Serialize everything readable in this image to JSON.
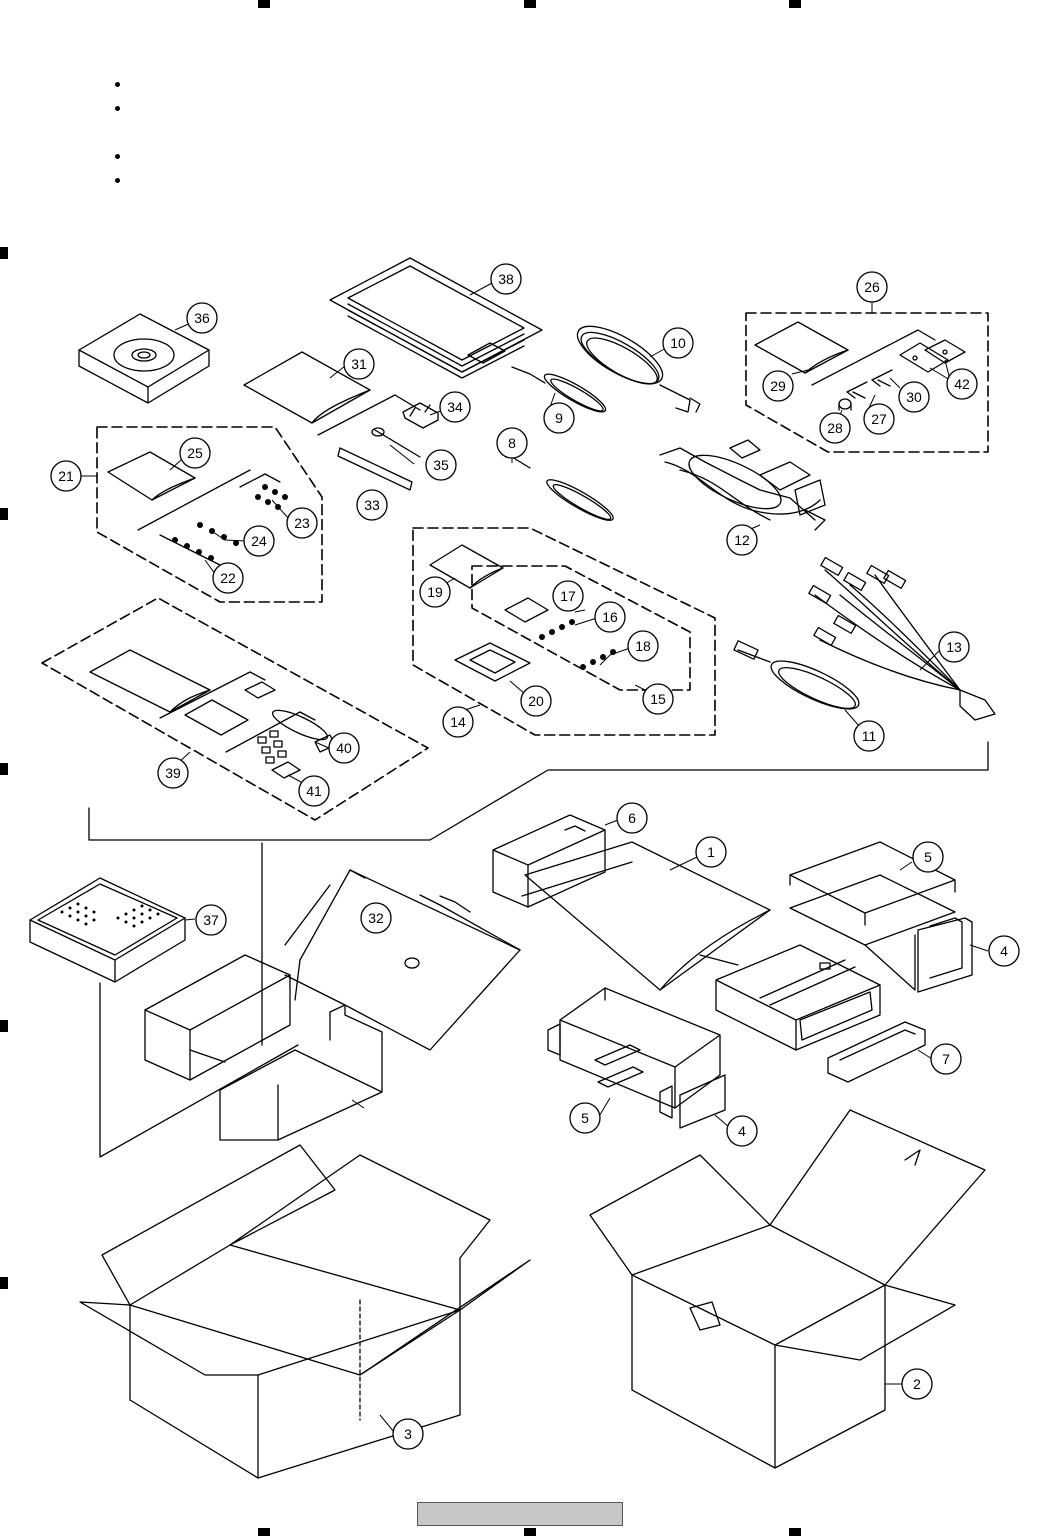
{
  "page": {
    "bullet_count": 4,
    "footer_bar_text": ""
  },
  "callouts": [
    "1",
    "2",
    "3",
    "4",
    "4",
    "5",
    "5",
    "6",
    "7",
    "8",
    "9",
    "10",
    "11",
    "12",
    "13",
    "14",
    "15",
    "16",
    "17",
    "18",
    "19",
    "20",
    "21",
    "22",
    "23",
    "24",
    "25",
    "26",
    "27",
    "28",
    "29",
    "30",
    "31",
    "32",
    "33",
    "34",
    "35",
    "36",
    "37",
    "38",
    "39",
    "40",
    "41",
    "42"
  ],
  "colors": {
    "line": "#000000",
    "footer_bar": "#c8c8c8",
    "paper": "#ffffff"
  }
}
